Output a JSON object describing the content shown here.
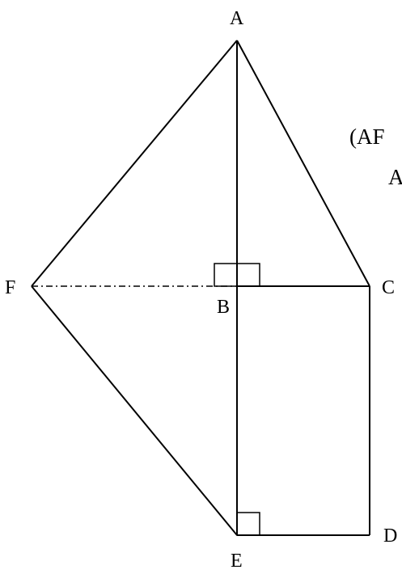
{
  "points": {
    "A": "A",
    "B": "B",
    "C": "C",
    "D": "D",
    "E": "E",
    "F": "F"
  },
  "side_text": {
    "line1": "(AF",
    "line2": "A"
  },
  "colors": {
    "stroke": "#000000",
    "background": "#ffffff"
  }
}
